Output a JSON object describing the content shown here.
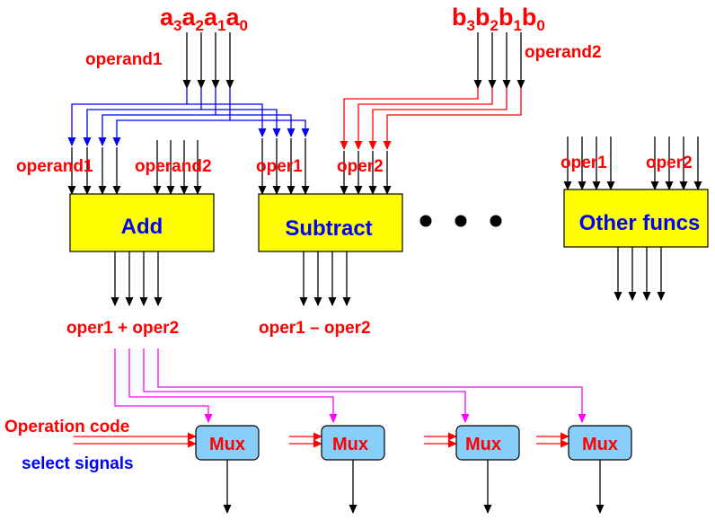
{
  "inputs": {
    "a_bus": [
      "a",
      "3",
      "a",
      "2",
      "a",
      "1",
      "a",
      "0"
    ],
    "b_bus": [
      "b",
      "3",
      "b",
      "2",
      "b",
      "1",
      "b",
      "0"
    ],
    "operand1": "operand1",
    "operand2": "operand2"
  },
  "blocks": {
    "add": {
      "name": "Add",
      "in_left": "operand1",
      "in_right": "operand2",
      "output": "oper1 + oper2"
    },
    "subtract": {
      "name": "Subtract",
      "in_left": "oper1",
      "in_right": "oper2",
      "output": "oper1 – oper2"
    },
    "other": {
      "name": "Other funcs",
      "in_left": "oper1",
      "in_right": "oper2"
    }
  },
  "mux": {
    "label": "Mux",
    "opcode_label": "Operation code",
    "select_label": "select signals"
  },
  "colors": {
    "label_red": "#ff0000",
    "label_blue": "#0000ff",
    "block_fill": "#ffff00",
    "mux_fill": "#87cefa",
    "bus_a_wires": "#0000ff",
    "bus_b_wires": "#ff0000",
    "result_wires": "#ff00ff"
  }
}
